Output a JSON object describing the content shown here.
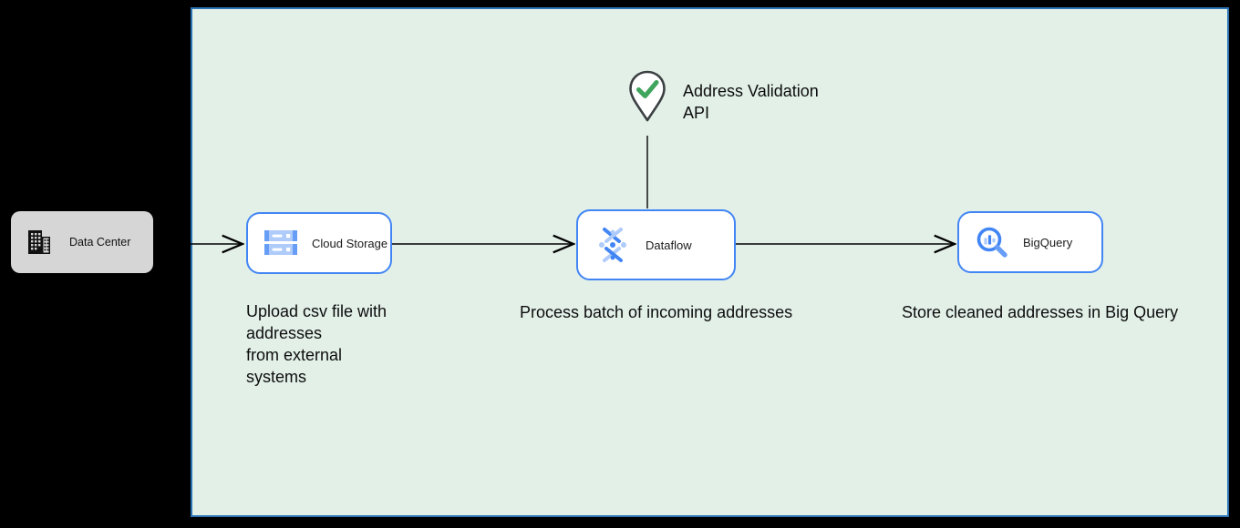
{
  "diagram": {
    "title_hint": "Address validation batch pipeline",
    "external": {
      "data_center": {
        "label": "Data Center",
        "icon": "building-icon"
      }
    },
    "cloud_zone": {
      "fill_color": "#e2f0e8",
      "border_color": "#2c73b6",
      "node_border_color": "#4285f4",
      "nodes": [
        {
          "label": "Cloud Storage",
          "icon": "cloud-storage-icon",
          "note": "Upload csv file with\naddresses\nfrom external\nsystems"
        },
        {
          "label": "Dataflow",
          "icon": "dataflow-icon",
          "note": "Process batch of incoming addresses"
        },
        {
          "label": "BigQuery",
          "icon": "bigquery-icon",
          "note": "Store cleaned addresses in Big Query"
        }
      ],
      "api": {
        "label": "Address Validation\nAPI",
        "icon": "map-pin-check-icon",
        "check_color": "#3fa45c",
        "pin_outline_color": "#3c4043"
      }
    }
  }
}
